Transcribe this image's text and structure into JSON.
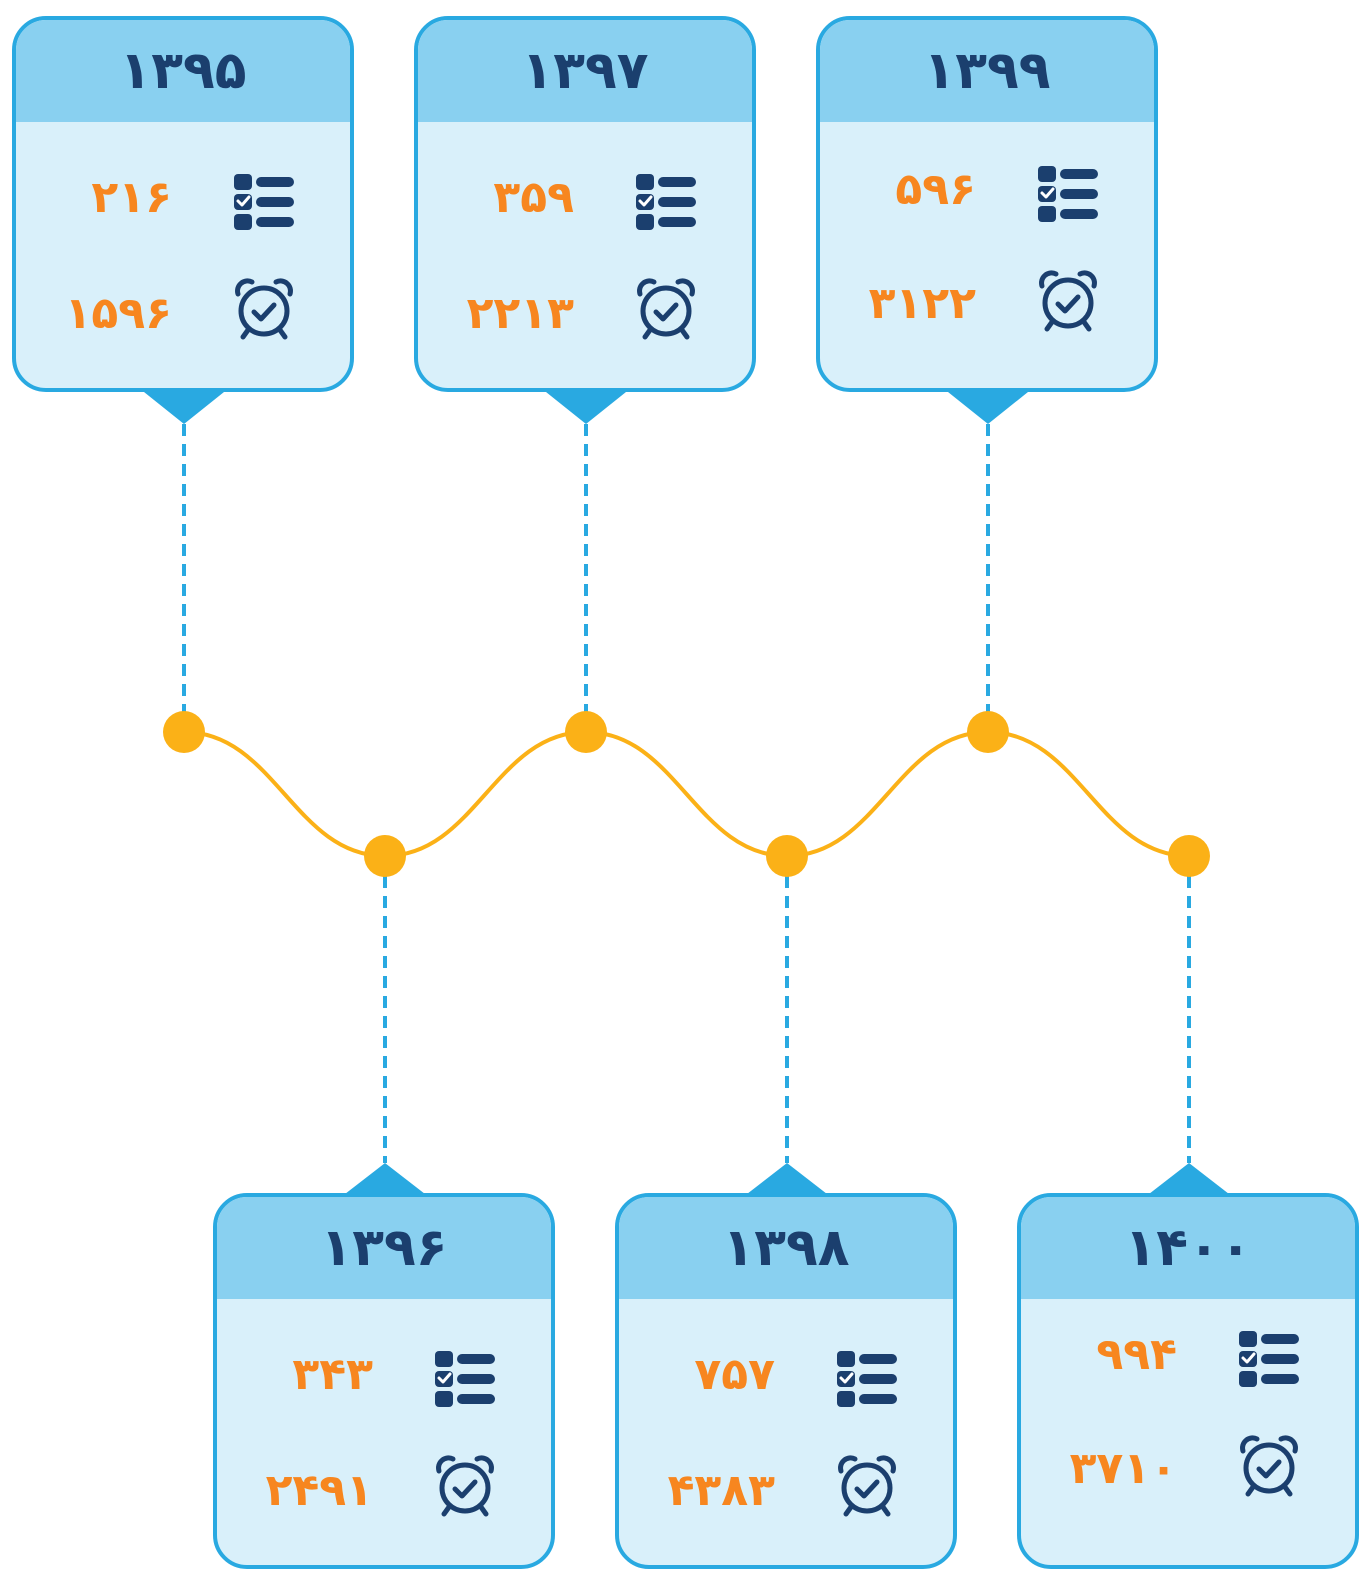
{
  "palette": {
    "card_border": "#29a9e1",
    "card_header": "#89d0f0",
    "card_body": "#d9f0fa",
    "year_text": "#1b3f6e",
    "value_text": "#f7861f",
    "timeline": "#fbb117",
    "connector": "#29a9e1"
  },
  "icons": {
    "tasks": "checklist-icon",
    "time": "alarm-clock-icon"
  },
  "cards": [
    {
      "year": "۱۳۹۵",
      "tasks": "۲۱۶",
      "time": "۱۵۹۶",
      "position": "top"
    },
    {
      "year": "۱۳۹۶",
      "tasks": "۳۴۳",
      "time": "۲۴۹۱",
      "position": "bottom"
    },
    {
      "year": "۱۳۹۷",
      "tasks": "۳۵۹",
      "time": "۲۲۱۳",
      "position": "top"
    },
    {
      "year": "۱۳۹۸",
      "tasks": "۷۵۷",
      "time": "۴۳۸۳",
      "position": "bottom"
    },
    {
      "year": "۱۳۹۹",
      "tasks": "۵۹۶",
      "time": "۳۱۲۲",
      "position": "top"
    },
    {
      "year": "۱۴۰۰",
      "tasks": "۹۹۴",
      "time": "۳۷۱۰",
      "position": "bottom"
    }
  ]
}
